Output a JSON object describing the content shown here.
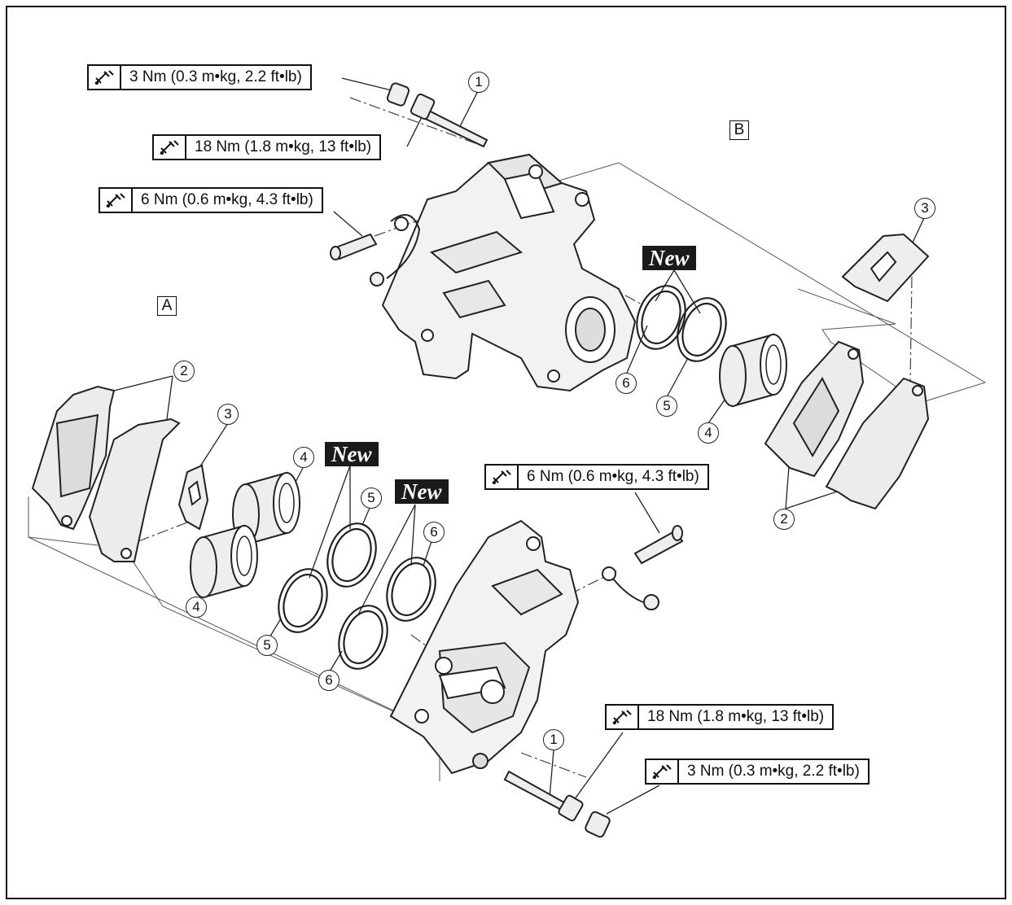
{
  "torque_specs": [
    {
      "id": "t1",
      "text": "3 Nm (0.3 m•kg, 2.2 ft•lb)"
    },
    {
      "id": "t2",
      "text": "18 Nm (1.8 m•kg, 13 ft•lb)"
    },
    {
      "id": "t3",
      "text": "6 Nm (0.6 m•kg, 4.3 ft•lb)"
    },
    {
      "id": "t4",
      "text": "6 Nm (0.6 m•kg, 4.3 ft•lb)"
    },
    {
      "id": "t5",
      "text": "18 Nm (1.8 m•kg, 13 ft•lb)"
    },
    {
      "id": "t6",
      "text": "3 Nm (0.3 m•kg, 2.2 ft•lb)"
    }
  ],
  "new_tag_text": "New",
  "view_labels": {
    "a": "A",
    "b": "B"
  },
  "callouts": {
    "pin": "1",
    "pad": "2",
    "spring": "3",
    "piston": "4",
    "dust_seal": "5",
    "piston_seal": "6"
  },
  "colors": {
    "line": "#111111",
    "new_tag_bg": "#1a1a1a",
    "new_tag_fg": "#ffffff"
  },
  "icons": {
    "torque": "torque-wrench-icon"
  }
}
